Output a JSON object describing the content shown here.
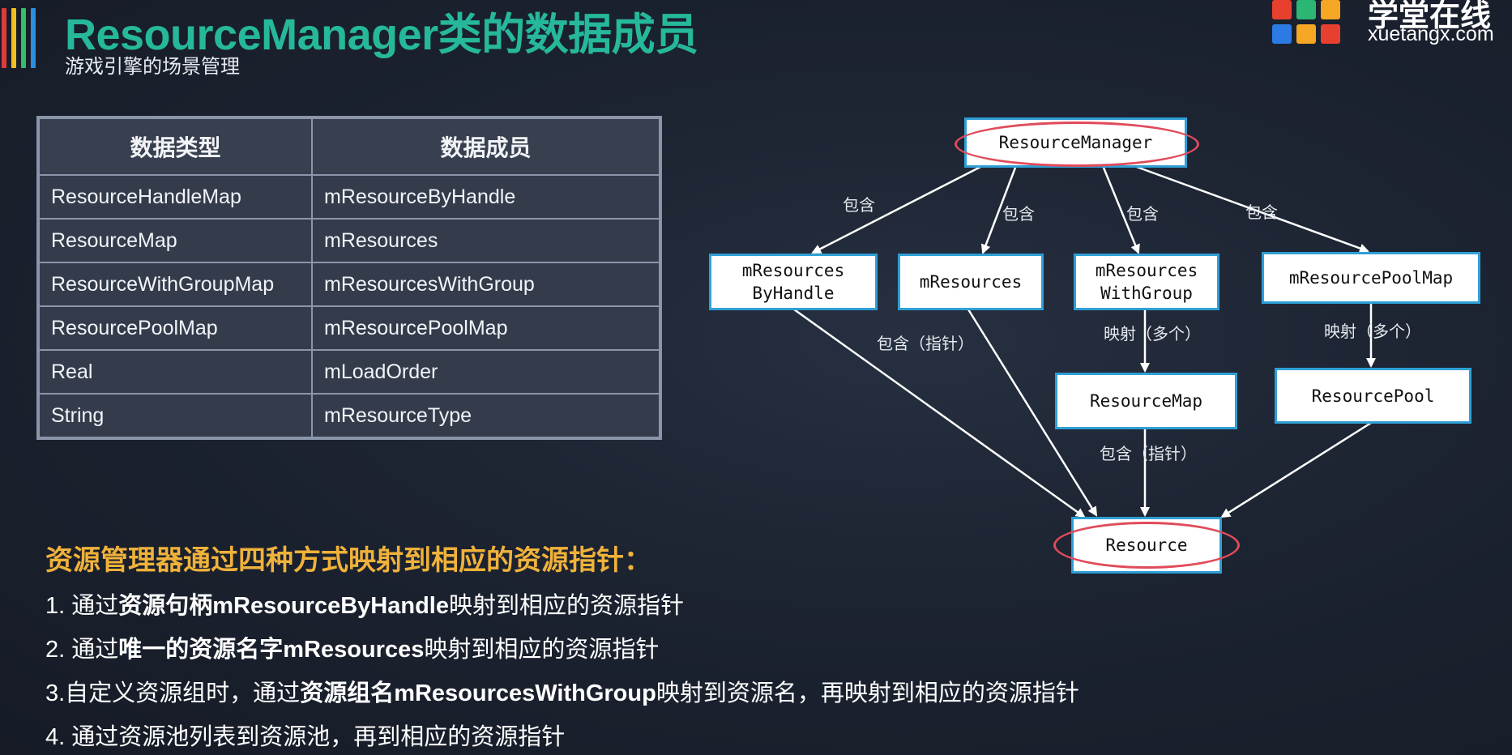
{
  "header": {
    "title": "ResourceManager类的数据成员",
    "subtitle": "游戏引擎的场景管理",
    "bar_colors": [
      "#e03a3a",
      "#f0c020",
      "#2ec06a",
      "#2a8fe0",
      "#f0c020"
    ]
  },
  "logo": {
    "name_cn": "学堂在线",
    "domain": "xuetangx.com",
    "tile_colors": [
      "#e8402e",
      "#2bb673",
      "#f5a623",
      "#2c7be5",
      "#f5a623",
      "#e8402e"
    ]
  },
  "table": {
    "headers": [
      "数据类型",
      "数据成员"
    ],
    "rows": [
      [
        "ResourceHandleMap",
        "mResourceByHandle"
      ],
      [
        "ResourceMap",
        "mResources"
      ],
      [
        "ResourceWithGroupMap",
        "mResourcesWithGroup"
      ],
      [
        "ResourcePoolMap",
        "mResourcePoolMap"
      ],
      [
        "Real",
        "mLoadOrder"
      ],
      [
        "String",
        "mResourceType"
      ]
    ]
  },
  "diagram": {
    "nodes": {
      "manager": "ResourceManager",
      "by_handle": "mResources\nByHandle",
      "resources": "mResources",
      "with_group": "mResources\nWithGroup",
      "pool_map": "mResourcePoolMap",
      "resource_map": "ResourceMap",
      "resource_pool": "ResourcePool",
      "resource": "Resource"
    },
    "edge_labels": {
      "contains_1": "包含",
      "contains_2": "包含",
      "contains_3": "包含",
      "contains_4": "包含",
      "contains_ptr_1": "包含（指针）",
      "maps_many_1": "映射（多个）",
      "maps_many_2": "映射（多个）",
      "contains_ptr_2": "包含（指针）"
    },
    "colors": {
      "node_border": "#2f9fd6",
      "highlight": "#e04b5a",
      "arrow": "#ffffff"
    }
  },
  "notes": {
    "heading": "资源管理器通过四种方式映射到相应的资源指针：",
    "items": [
      {
        "pre": "1. 通过",
        "bold": "资源句柄mResourceByHandle",
        "post": "映射到相应的资源指针"
      },
      {
        "pre": "2. 通过",
        "bold": "唯一的资源名字mResources",
        "post": "映射到相应的资源指针"
      },
      {
        "pre": "3.自定义资源组时，通过",
        "bold": "资源组名mResourcesWithGroup",
        "post": "映射到资源名，再映射到相应的资源指针"
      },
      {
        "pre": "4. 通过资源池列表到资源池，再到相应的资源指针",
        "bold": "",
        "post": ""
      }
    ]
  }
}
